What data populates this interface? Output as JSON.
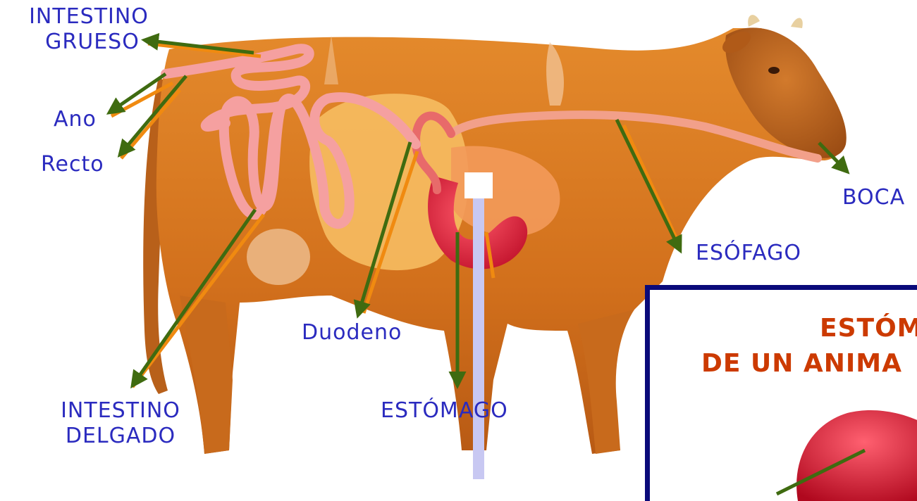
{
  "labels": {
    "intestino_grueso_1": "INTESTINO",
    "intestino_grueso_2": "GRUESO",
    "ano": "Ano",
    "recto": "Recto",
    "boca": "BOCA",
    "esofago": "ESÓFAGO",
    "duodeno": "Duodeno",
    "estomago": "ESTÓMAGO",
    "intestino_delgado_1": "INTESTINO",
    "intestino_delgado_2": "DELGADO"
  },
  "inset": {
    "title_line1": "ESTÓM",
    "title_line2": "DE UN ANIMA"
  },
  "colors": {
    "label_text": "#2b2bbf",
    "arrow": "#3f6b10",
    "arrow_shadow": "#f08a10",
    "inset_border": "#0a0a7a",
    "inset_title": "#cc3a00",
    "cow_body": "#d9781f",
    "intestine": "#f2a08a",
    "stomach": "#e0243a",
    "pointer_bar": "#c8c8f2"
  }
}
